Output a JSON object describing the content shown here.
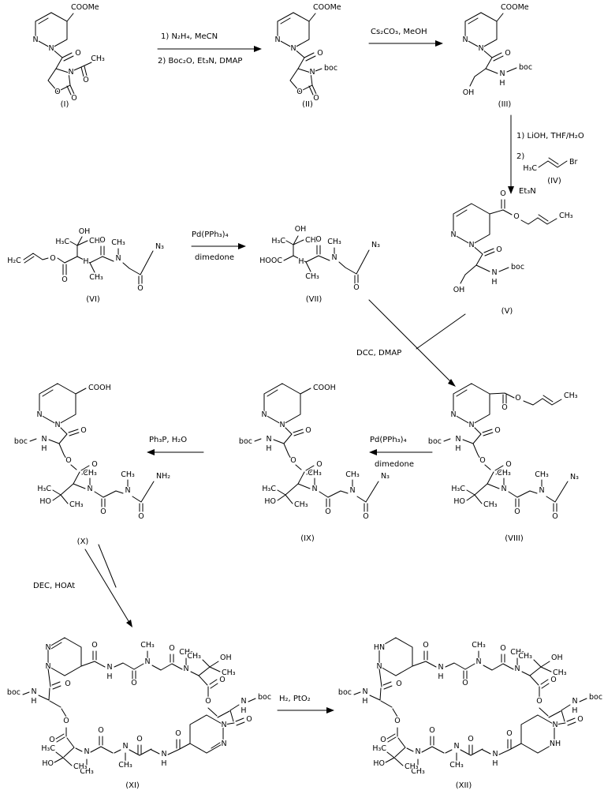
{
  "colors": {
    "background": "#ffffff",
    "ink": "#000000"
  },
  "tokens": {
    "N": "N",
    "O": "O",
    "H": "H",
    "CH3": "CH₃",
    "H3C": "H₃C",
    "H2C": "H₂C",
    "OH": "OH",
    "HO": "HO",
    "boc": "boc",
    "N3": "N₃",
    "NH2": "NH₂",
    "COOMe": "COOMe",
    "COOH": "COOH",
    "HOOC": "HOOC",
    "Br": "Br",
    "HN": "HN",
    "NH": "NH"
  },
  "captions": {
    "c1": "(I)",
    "c2": "(II)",
    "c3": "(III)",
    "c4": "(IV)",
    "c5": "(V)",
    "c6": "(VI)",
    "c7": "(VII)",
    "c8": "(VIII)",
    "c9": "(IX)",
    "c10": "(X)",
    "c11": "(XI)",
    "c12": "(XII)"
  },
  "reagents": {
    "step1a": "1) N₂H₄, MeCN",
    "step1b": "2) Boc₂O, Et₃N, DMAP",
    "step2": "Cs₂CO₃, MeOH",
    "step3a": "1) LiOH, THF/H₂O",
    "step3b": "2)",
    "step3c": "Et₃N",
    "pd": "Pd(PPh₃)₄",
    "dimedone": "dimedone",
    "dcc": "DCC, DMAP",
    "staudinger": "Ph₃P, H₂O",
    "macrolact": "DEC, HOAt",
    "hydrogenation": "H₂, PtO₂"
  }
}
